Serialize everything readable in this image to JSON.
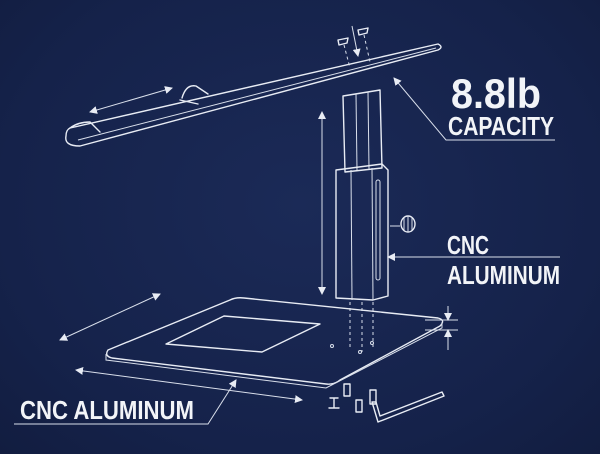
{
  "labels": {
    "capacity_value": "8.8lb",
    "capacity_text": "CAPACITY",
    "column_material_line1": "CNC",
    "column_material_line2": "ALUMINUM",
    "base_material": "CNC ALUMINUM"
  },
  "colors": {
    "background": "#15224a",
    "line": "#e8ecf4"
  }
}
